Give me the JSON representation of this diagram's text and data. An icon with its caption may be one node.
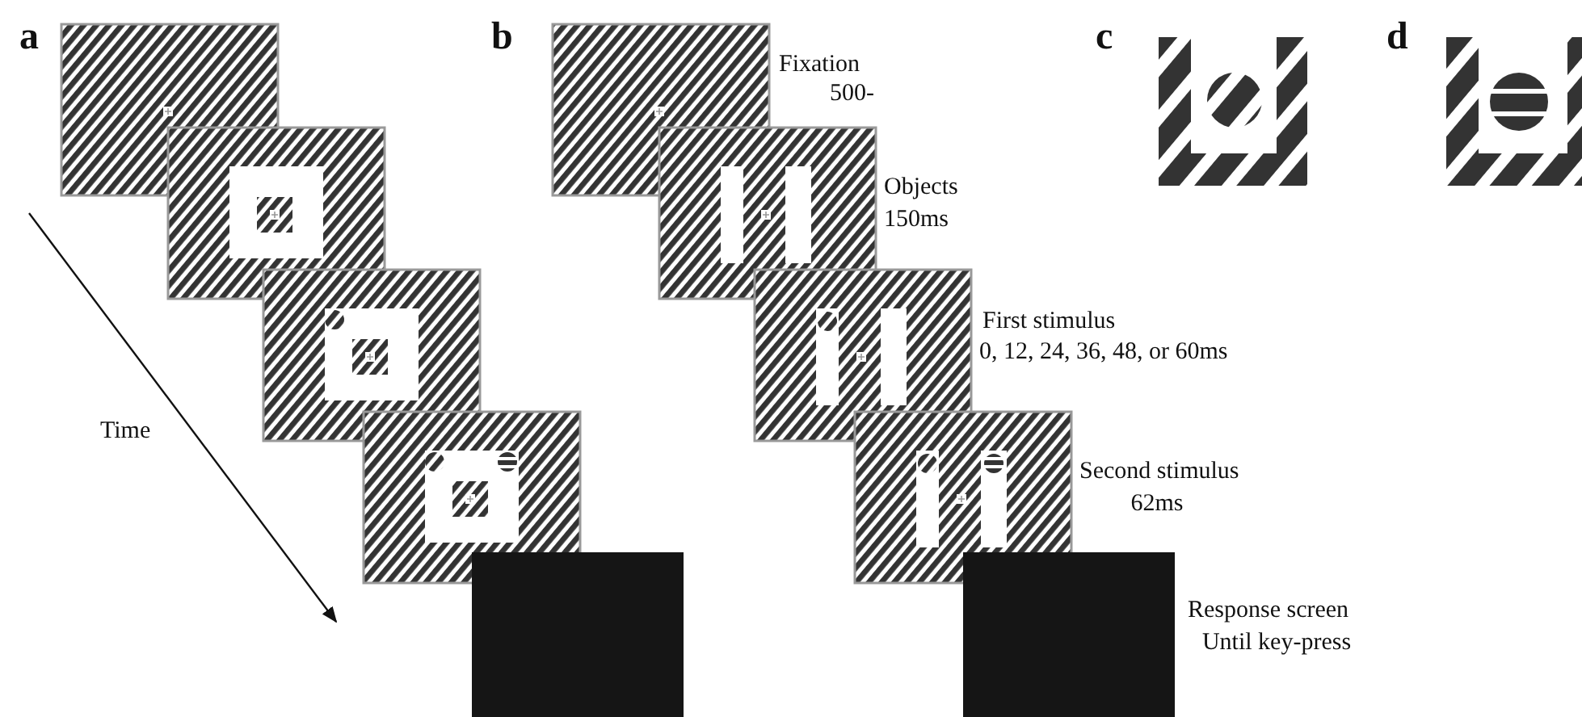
{
  "diagram": {
    "labels": [
      "a",
      "b",
      "Fixation",
      "500-",
      "c",
      "d",
      "Objects",
      "150ms",
      "First stimulus",
      "0, 12, 24, 36, 48, or 60ms",
      "Time",
      "Second stimulus",
      "62ms",
      "Response screen",
      "Until key-press"
    ]
  }
}
